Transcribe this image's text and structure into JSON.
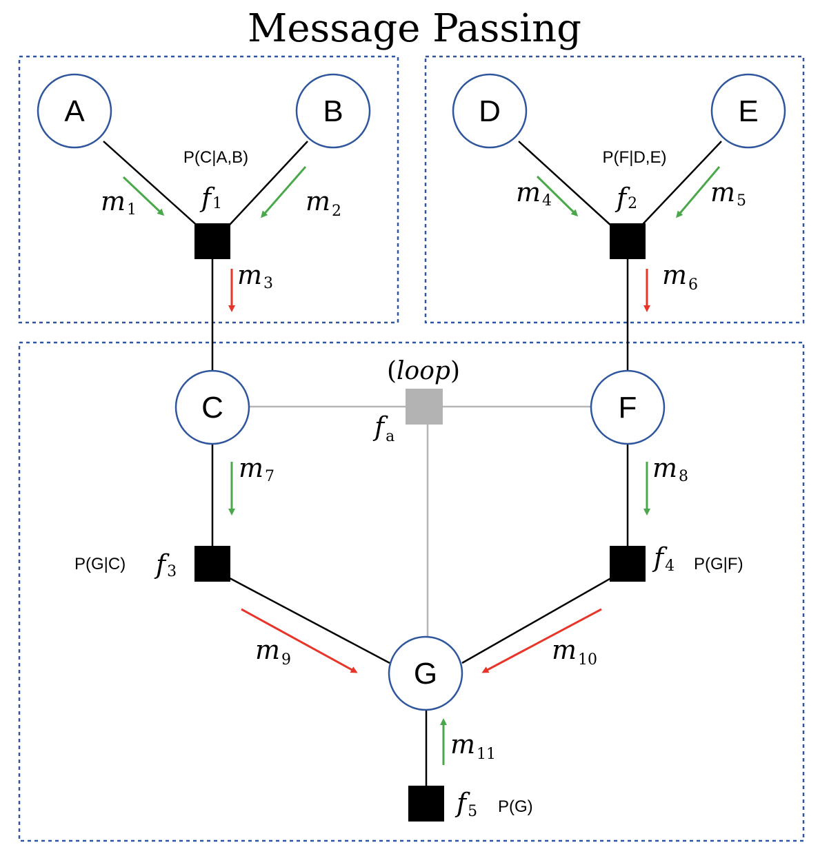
{
  "title": "Message Passing",
  "variables": {
    "A": "A",
    "B": "B",
    "C": "C",
    "D": "D",
    "E": "E",
    "F": "F",
    "G": "G"
  },
  "factors": {
    "f1": {
      "symbol": "f",
      "index": "1",
      "prob": "P(C|A,B)"
    },
    "f2": {
      "symbol": "f",
      "index": "2",
      "prob": "P(F|D,E)"
    },
    "f3": {
      "symbol": "f",
      "index": "3",
      "prob": "P(G|C)"
    },
    "f4": {
      "symbol": "f",
      "index": "4",
      "prob": "P(G|F)"
    },
    "f5": {
      "symbol": "f",
      "index": "5",
      "prob": "P(G)"
    },
    "fa": {
      "symbol": "f",
      "index": "a",
      "open": "(",
      "word": "loop",
      "close": ")"
    }
  },
  "messages": {
    "m1": {
      "symbol": "m",
      "index": "1",
      "color": "#4aa84a"
    },
    "m2": {
      "symbol": "m",
      "index": "2",
      "color": "#4aa84a"
    },
    "m3": {
      "symbol": "m",
      "index": "3",
      "color": "#e8352a"
    },
    "m4": {
      "symbol": "m",
      "index": "4",
      "color": "#4aa84a"
    },
    "m5": {
      "symbol": "m",
      "index": "5",
      "color": "#4aa84a"
    },
    "m6": {
      "symbol": "m",
      "index": "6",
      "color": "#e8352a"
    },
    "m7": {
      "symbol": "m",
      "index": "7",
      "color": "#4aa84a"
    },
    "m8": {
      "symbol": "m",
      "index": "8",
      "color": "#4aa84a"
    },
    "m9": {
      "symbol": "m",
      "index": "9",
      "color": "#e8352a"
    },
    "m10": {
      "symbol": "m",
      "index": "10",
      "color": "#e8352a"
    },
    "m11": {
      "symbol": "m",
      "index": "11",
      "color": "#4aa84a"
    }
  },
  "colors": {
    "node_border": "#2f569c",
    "box_border": "#2f569c",
    "loop_factor": "#b3b3b3",
    "loop_edge": "#b5b5b5",
    "upstream_message": "#4aa84a",
    "downstream_message": "#e8352a"
  }
}
